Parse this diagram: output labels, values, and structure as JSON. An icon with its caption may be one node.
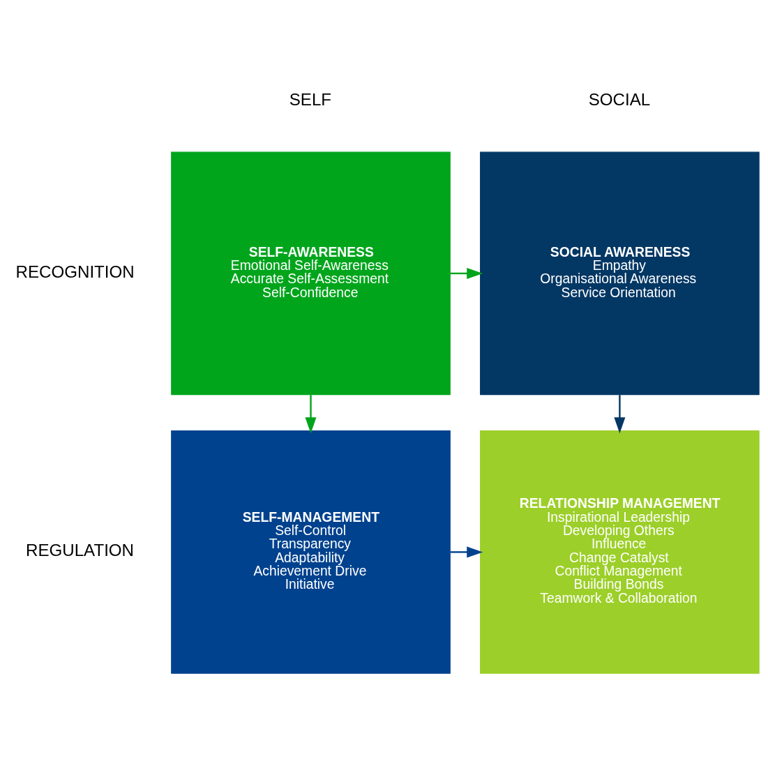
{
  "diagram": {
    "nodes": [
      {
        "text": [
          "SELF-AWARENESS",
          "Emotional Self-Awareness",
          "Accurate Self-Assessment",
          "Self-Confidence"
        ]
      },
      {
        "text": [
          "SOCIAL AWARENESS",
          "Empathy",
          "Organisational Awareness",
          "Service Orientation"
        ]
      },
      {
        "text": [
          "SELF-MANAGEMENT",
          "Self-Control",
          "Transparency",
          "Adaptability",
          "Achievement Drive",
          "Initiative"
        ]
      },
      {
        "text": [
          "RELATIONSHIP MANAGEMENT",
          "Inspirational Leadership",
          "Developing Others",
          "Influence",
          "Change Catalyst",
          "Conflict Management",
          "Building Bonds",
          "Teamwork & Collaboration"
        ]
      }
    ],
    "edges": [
      {
        "from": 0,
        "to": 1,
        "arrow": "to",
        "color": "#00a51c"
      },
      {
        "from": 0,
        "to": 2,
        "arrow": "to",
        "color": "#00a51c"
      },
      {
        "from": 1,
        "to": 3,
        "arrow": "to",
        "color": "#033764"
      },
      {
        "from": 2,
        "to": 3,
        "arrow": "to",
        "color": "#01428e"
      }
    ],
    "labels": [
      "SELF",
      "SOCIAL",
      "RECOGNITION",
      "REGULATION"
    ]
  }
}
